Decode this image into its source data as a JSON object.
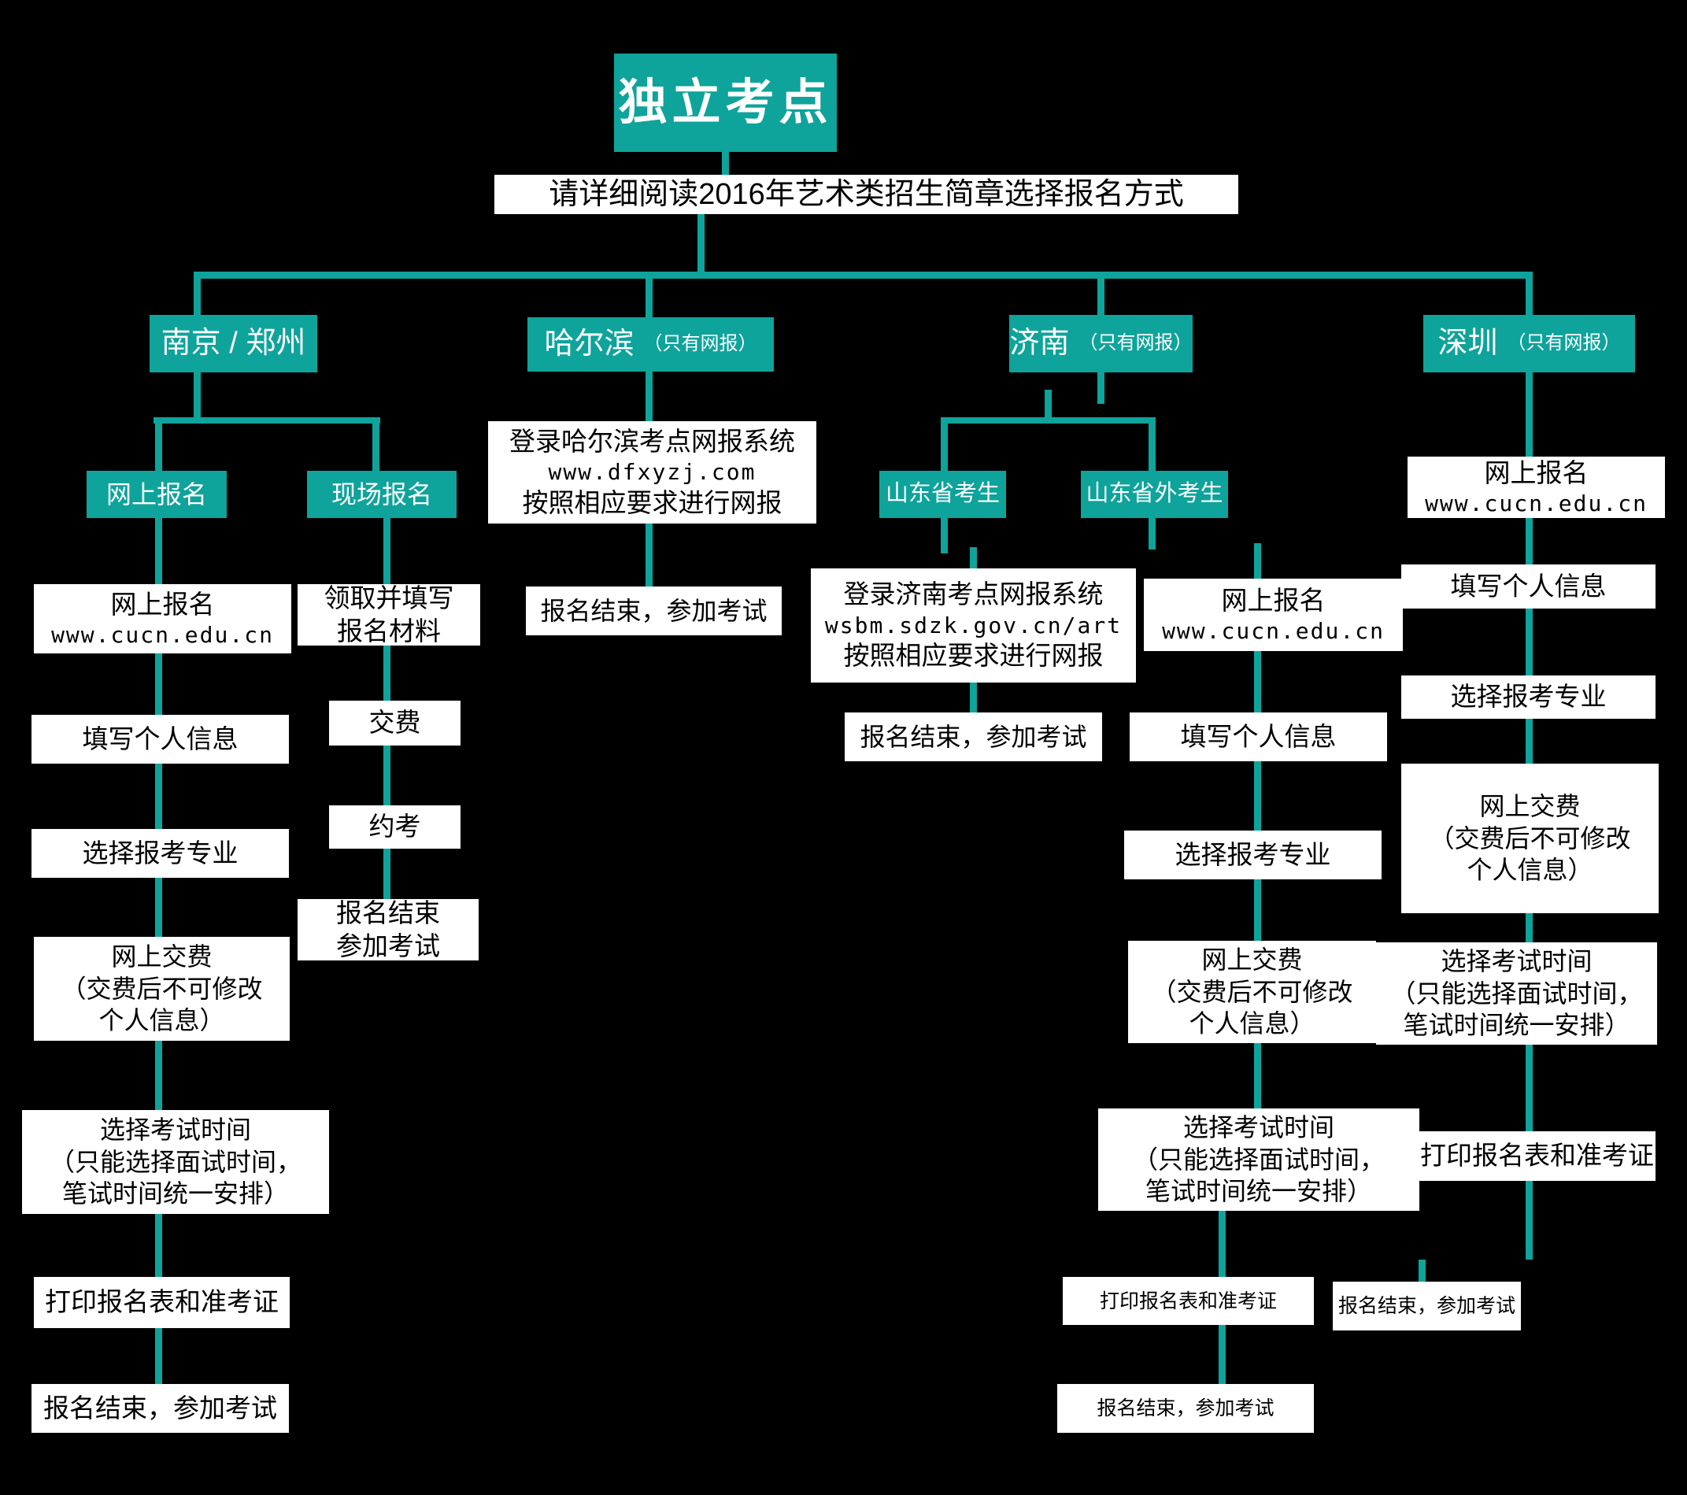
{
  "colors": {
    "background": "#000000",
    "accent": "#0EA39B",
    "box_bg": "#FFFFFF",
    "box_text": "#000000"
  },
  "root": {
    "title": "独立考点",
    "subtitle": "请详细阅读2016年艺术类招生简章选择报名方式"
  },
  "branches": {
    "nanjing": {
      "label": "南京 / 郑州",
      "online": {
        "label": "网上报名",
        "steps": {
          "register": {
            "line1": "网上报名",
            "url": "www.cucn.edu.cn"
          },
          "fill_info": {
            "line1": "填写个人信息"
          },
          "choose_major": {
            "line1": "选择报考专业"
          },
          "pay": {
            "line1": "网上交费",
            "line2": "（交费后不可修改",
            "line3": "个人信息）"
          },
          "choose_time": {
            "line1": "选择考试时间",
            "line2": "（只能选择面试时间，",
            "line3": "笔试时间统一安排）"
          },
          "print": {
            "line1": "打印报名表和准考证"
          },
          "finish": {
            "line1": "报名结束，参加考试"
          }
        }
      },
      "onsite": {
        "label": "现场报名",
        "steps": {
          "materials": {
            "line1": "领取并填写",
            "line2": "报名材料"
          },
          "pay": {
            "line1": "交费"
          },
          "schedule": {
            "line1": "约考"
          },
          "finish": {
            "line1": "报名结束",
            "line2": "参加考试"
          }
        }
      }
    },
    "harbin": {
      "label": "哈尔滨",
      "note": "（只有网报）",
      "steps": {
        "login": {
          "line1": "登录哈尔滨考点网报系统",
          "url": "www.dfxyzj.com",
          "line3": "按照相应要求进行网报"
        },
        "finish": {
          "line1": "报名结束，参加考试"
        }
      }
    },
    "jinan": {
      "label": "济南",
      "note": "（只有网报）",
      "shandong": {
        "label": "山东省考生",
        "steps": {
          "login": {
            "line1": "登录济南考点网报系统",
            "url": "wsbm.sdzk.gov.cn/art",
            "line3": "按照相应要求进行网报"
          },
          "finish": {
            "line1": "报名结束，参加考试"
          }
        }
      },
      "outside": {
        "label": "山东省外考生",
        "steps": {
          "register": {
            "line1": "网上报名",
            "url": "www.cucn.edu.cn"
          },
          "fill_info": {
            "line1": "填写个人信息"
          },
          "choose_major": {
            "line1": "选择报考专业"
          },
          "pay": {
            "line1": "网上交费",
            "line2": "（交费后不可修改",
            "line3": "个人信息）"
          },
          "choose_time": {
            "line1": "选择考试时间",
            "line2": "（只能选择面试时间，",
            "line3": "笔试时间统一安排）"
          },
          "print": {
            "line1": "打印报名表和准考证"
          },
          "finish": {
            "line1": "报名结束，参加考试"
          }
        }
      }
    },
    "shenzhen": {
      "label": "深圳",
      "note": "（只有网报）",
      "steps": {
        "register": {
          "line1": "网上报名",
          "url": "www.cucn.edu.cn"
        },
        "fill_info": {
          "line1": "填写个人信息"
        },
        "choose_major": {
          "line1": "选择报考专业"
        },
        "pay": {
          "line1": "网上交费",
          "line2": "（交费后不可修改",
          "line3": "个人信息）"
        },
        "choose_time": {
          "line1": "选择考试时间",
          "line2": "（只能选择面试时间，",
          "line3": "笔试时间统一安排）"
        },
        "print": {
          "line1": "打印报名表和准考证"
        },
        "finish": {
          "line1": "报名结束，参加考试"
        }
      }
    }
  }
}
